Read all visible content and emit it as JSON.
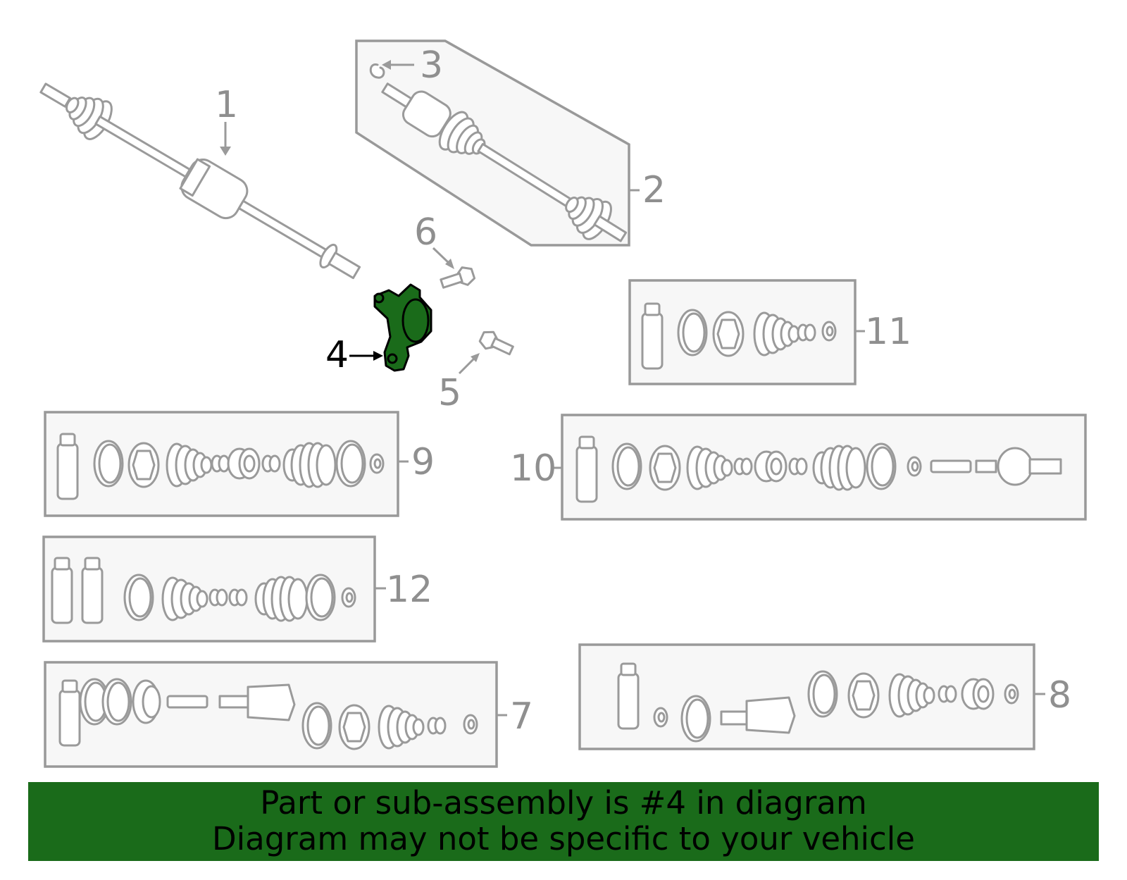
{
  "callouts": {
    "n1": "1",
    "n2": "2",
    "n3": "3",
    "n4": "4",
    "n5": "5",
    "n6": "6",
    "n7": "7",
    "n8": "8",
    "n9": "9",
    "n10": "10",
    "n11": "11",
    "n12": "12"
  },
  "highlighted_part": "4",
  "colors": {
    "highlight": "#1a6b1a",
    "outline": "#9a9a9a",
    "box_fill": "#f7f7f7",
    "banner": "#1a6b1a"
  },
  "banner": {
    "line1": "Part or sub-assembly is #4 in diagram",
    "line2": "Diagram may not be specific to your vehicle"
  }
}
